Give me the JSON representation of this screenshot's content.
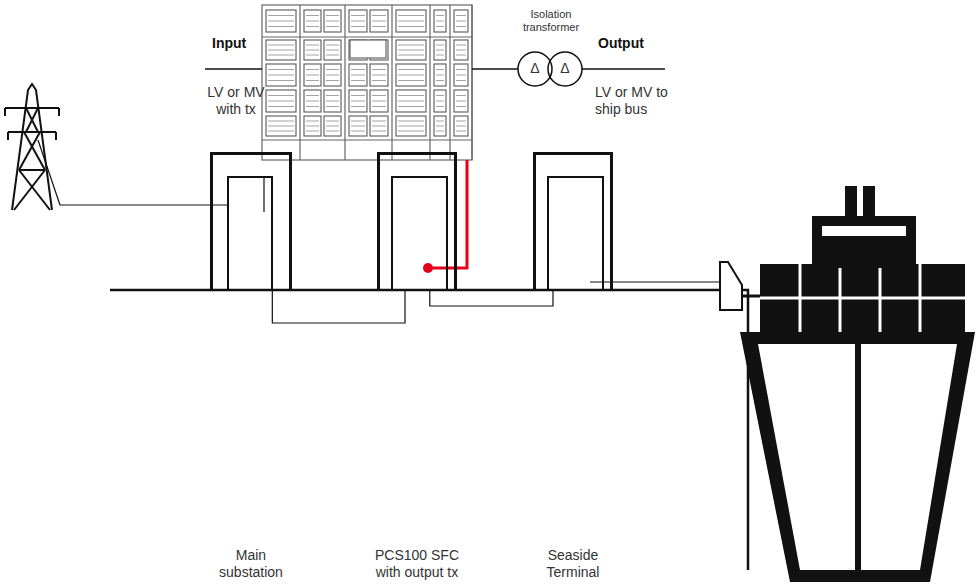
{
  "diagram": {
    "nodes": [
      {
        "text": [
          "Main substation"
        ]
      },
      {
        "text": [
          "PCS100 SFC with output tx"
        ]
      },
      {
        "text": [
          "Seaside Terminal"
        ]
      }
    ],
    "edges": [
      {
        "from": 0,
        "to": 1,
        "arrow": "none"
      },
      {
        "from": 1,
        "to": 2,
        "arrow": "none"
      }
    ],
    "labels": [
      "Input",
      "LV or MV with tx",
      "Isolation transformer",
      "Output",
      "LV or MV to ship bus",
      "Δ",
      "Δ"
    ]
  }
}
